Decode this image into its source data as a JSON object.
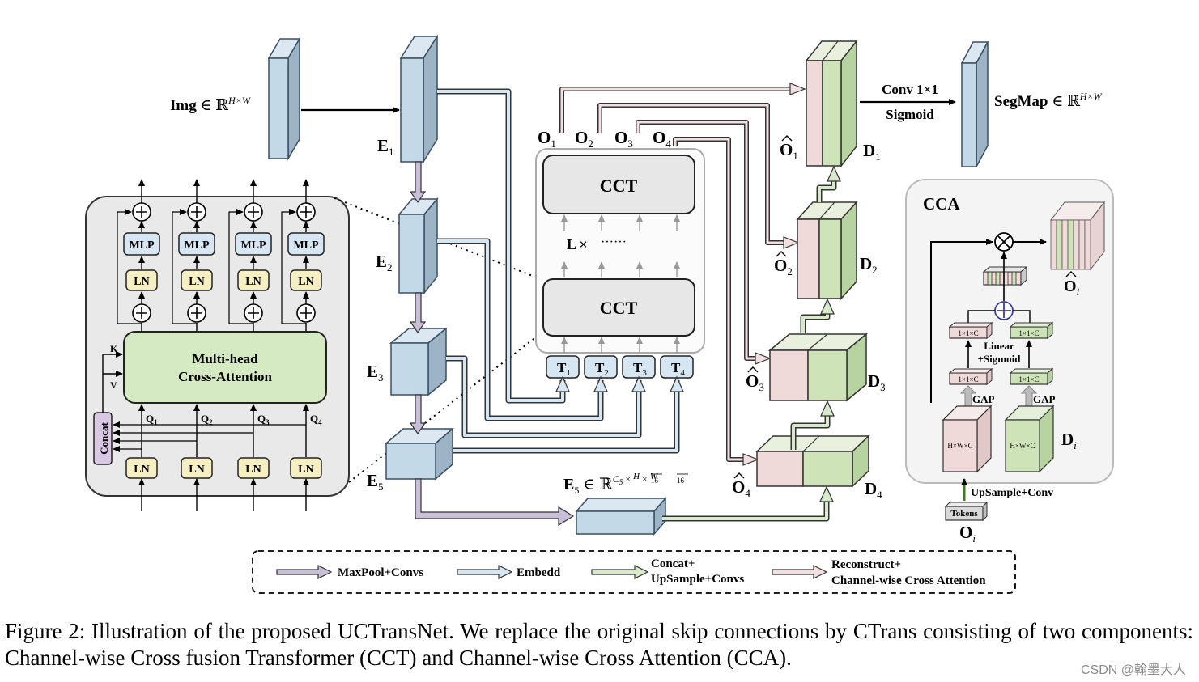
{
  "labels": {
    "img": "Img",
    "segmap": "SegMap",
    "conv": "Conv 1×1",
    "sigmoid": "Sigmoid",
    "cct": "CCT",
    "l_repeat": "L ×",
    "dots": "······",
    "cca_title": "CCA",
    "multihead_line1": "Multi-head",
    "multihead_line2": "Cross-Attention",
    "concat": "Concat",
    "mlp": "MLP",
    "ln": "LN",
    "k": "K",
    "v": "V",
    "linear_line1": "Linear",
    "linear_line2": "+Sigmoid",
    "gap": "GAP",
    "upsample_conv": "UpSample+Conv",
    "tokens": "Tokens",
    "small_vec": "1×1×C",
    "small_box": "H×W×C"
  },
  "encoders": [
    "E",
    "E",
    "E",
    "E",
    "E"
  ],
  "encoder_subs": [
    "1",
    "2",
    "3",
    "",
    "5"
  ],
  "e5_dims": "E₅ ∈ ℝ^{C₅ × H/16 × W/16}",
  "o_labels": [
    "O",
    "O",
    "O",
    "O"
  ],
  "o_subs": [
    "1",
    "2",
    "3",
    "4"
  ],
  "t_labels": [
    "T",
    "T",
    "T",
    "T"
  ],
  "t_subs": [
    "1",
    "2",
    "3",
    "4"
  ],
  "q_subs": [
    "1",
    "2",
    "3",
    "4"
  ],
  "decoders": [
    "D",
    "D",
    "D",
    "D"
  ],
  "decoder_subs": [
    "1",
    "2",
    "3",
    "4"
  ],
  "legend": {
    "maxpool": "MaxPool+Convs",
    "embedd": "Embedd",
    "concat_line1": "Concat+",
    "concat_line2": "UpSample+Convs",
    "reconstruct_line1": "Reconstruct+",
    "reconstruct_line2": "Channel-wise Cross Attention"
  },
  "caption": "Figure 2: Illustration of the proposed UCTransNet. We replace the original skip connections by CTrans consisting of two components: Channel-wise Cross fusion Transformer (CCT) and Channel-wise Cross Attention (CCA).",
  "watermark": "CSDN @翰墨大人",
  "colors": {
    "blue_fill": "#c4d9e8",
    "blue_edge": "#3b4f63",
    "green_fill": "#cfe3b8",
    "pink_fill": "#f0d9d9",
    "purple_arrow": "#c9bfd8",
    "embed_arrow": "#d6e6f2",
    "green_arrow": "#d8eacb",
    "pink_arrow": "#f2e0e0",
    "ln_fill": "#f6efc4",
    "mlp_fill": "#d7e6f3",
    "cct_fill": "#e7e7e7",
    "panel_fill": "#e9e9e9"
  }
}
